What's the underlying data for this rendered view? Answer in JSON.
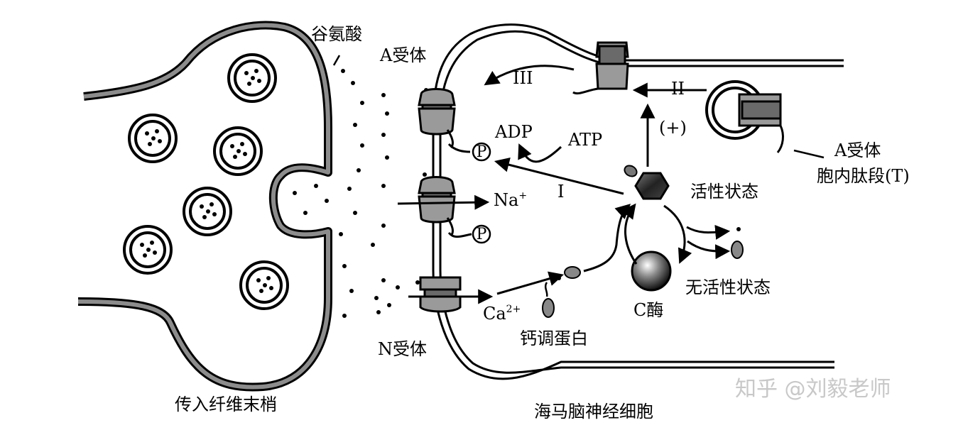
{
  "labels": {
    "glutamate": "谷氨酸",
    "a_receptor_top": "A受体",
    "n_receptor": "N受体",
    "adp": "ADP",
    "atp": "ATP",
    "na": "Na",
    "na_sup": "+",
    "ca": "Ca",
    "ca_sup": "2+",
    "calmodulin": "钙调蛋白",
    "c_enzyme": "C酶",
    "active_state": "活性状态",
    "inactive_state": "无活性状态",
    "a_receptor_right": "A受体",
    "a_receptor_tail": "胞内肽段(T)",
    "step_1": "I",
    "step_2": "II",
    "step_3": "III",
    "plus": "(+)",
    "phosphate": "P",
    "afferent_terminal": "传入纤维末梢",
    "hippocampal_neuron": "海马脑神经细胞"
  },
  "watermark": "知乎 @刘毅老师",
  "colors": {
    "outline": "#000000",
    "membrane_fill": "#8c8c8c",
    "receptor_fill": "#9a9a9a",
    "receptor_dark": "#5a5a5a"
  }
}
